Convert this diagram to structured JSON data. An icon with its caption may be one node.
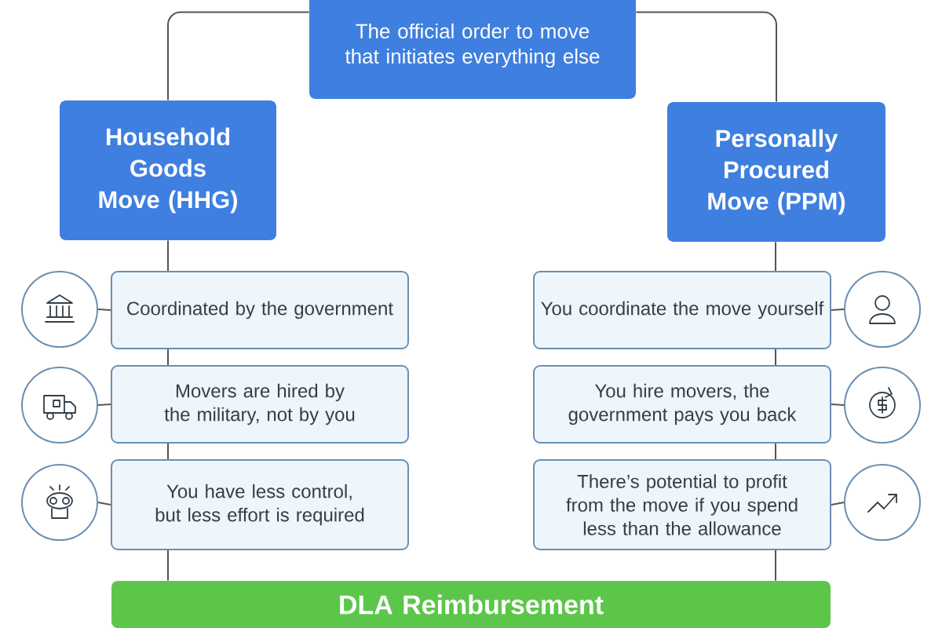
{
  "diagram": {
    "nodes": [
      {
        "text": [
          "The official order to move that initiates everything else"
        ]
      },
      {
        "text": [
          "Household Goods Move (HHG)"
        ]
      },
      {
        "text": [
          "Personally Procured Move (PPM)"
        ]
      },
      {
        "text": [
          "Coordinated by the government"
        ]
      },
      {
        "text": [
          "Movers are hired by the military, not by you"
        ]
      },
      {
        "text": [
          "You have less control, but less effort is required"
        ]
      },
      {
        "text": [
          "You coordinate the move yourself"
        ]
      },
      {
        "text": [
          "You hire movers, the government pays you back"
        ]
      },
      {
        "text": [
          "There’s potential to profit from the move if you spend less than the allowance"
        ]
      },
      {
        "text": [
          "DLA Reimbursement"
        ]
      },
      {
        "text": [],
        "shape": "circle"
      },
      {
        "text": [],
        "shape": "circle"
      },
      {
        "text": [],
        "shape": "circle"
      },
      {
        "text": [],
        "shape": "circle"
      },
      {
        "text": [],
        "shape": "circle"
      },
      {
        "text": [],
        "shape": "circle"
      }
    ],
    "edges": [
      {
        "from": 0,
        "to": 1,
        "arrow": "none"
      },
      {
        "from": 0,
        "to": 2,
        "arrow": "none"
      },
      {
        "from": 1,
        "to": 3,
        "arrow": "none"
      },
      {
        "from": 3,
        "to": 4,
        "arrow": "none"
      },
      {
        "from": 4,
        "to": 5,
        "arrow": "none"
      },
      {
        "from": 5,
        "to": 9,
        "arrow": "none"
      },
      {
        "from": 2,
        "to": 6,
        "arrow": "none"
      },
      {
        "from": 6,
        "to": 7,
        "arrow": "none"
      },
      {
        "from": 7,
        "to": 8,
        "arrow": "none"
      },
      {
        "from": 8,
        "to": 9,
        "arrow": "none"
      },
      {
        "from": 10,
        "to": 3,
        "arrow": "none"
      },
      {
        "from": 11,
        "to": 4,
        "arrow": "none"
      },
      {
        "from": 12,
        "to": 5,
        "arrow": "none"
      },
      {
        "from": 6,
        "to": 13,
        "arrow": "none"
      },
      {
        "from": 7,
        "to": 14,
        "arrow": "none"
      },
      {
        "from": 8,
        "to": 15,
        "arrow": "none"
      }
    ]
  }
}
